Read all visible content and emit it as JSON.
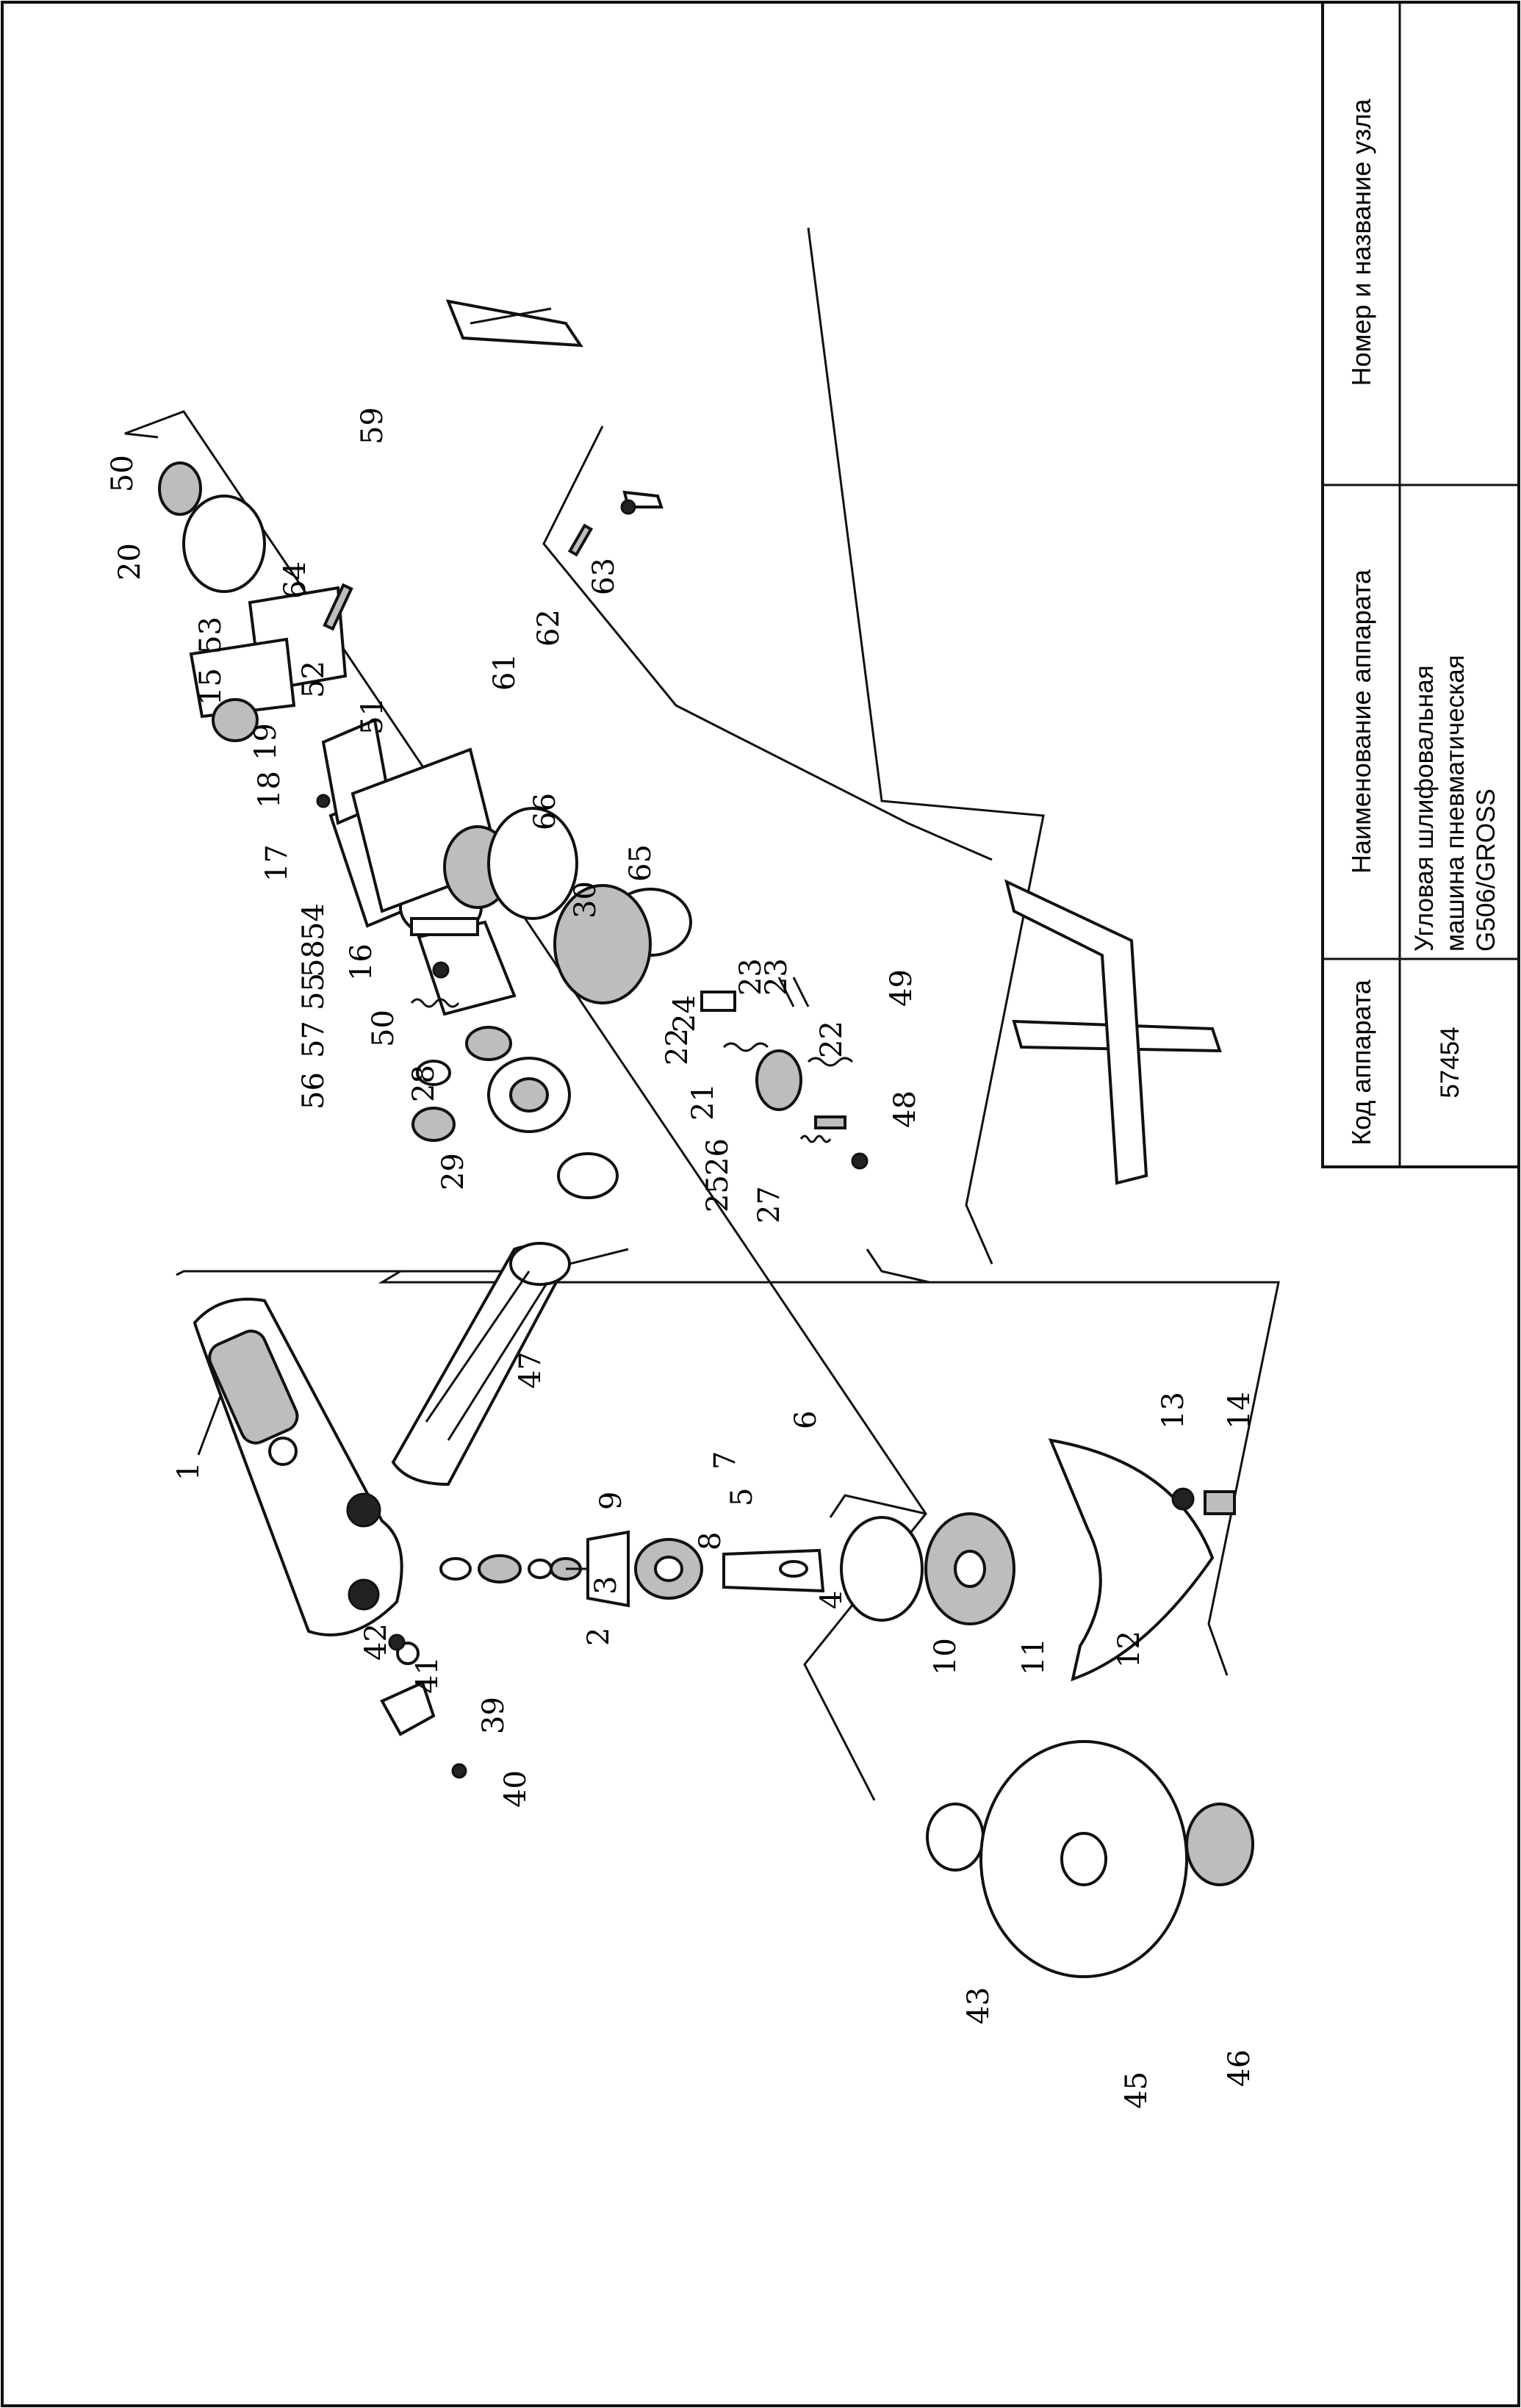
{
  "title_block": {
    "headers": {
      "code": "Код аппарата",
      "name": "Наименование аппарата",
      "unit": "Номер и название узла"
    },
    "code": "57454",
    "name_lines": [
      "Угловая шлифовальная",
      "машина  пневматическая",
      "G506/GROSS"
    ],
    "unit": ""
  },
  "part_labels": [
    "1",
    "2",
    "3",
    "4",
    "5",
    "6",
    "7",
    "8",
    "9",
    "10",
    "11",
    "12",
    "13",
    "14",
    "15",
    "16",
    "17",
    "18",
    "19",
    "20",
    "21",
    "22",
    "22",
    "23",
    "23",
    "24",
    "25",
    "26",
    "27",
    "28",
    "29",
    "30",
    "39",
    "40",
    "41",
    "42",
    "43",
    "45",
    "46",
    "47",
    "48",
    "49",
    "50",
    "50",
    "51",
    "52",
    "53",
    "54",
    "55",
    "56",
    "57",
    "58",
    "59",
    "61",
    "62",
    "63",
    "64",
    "65",
    "66"
  ]
}
